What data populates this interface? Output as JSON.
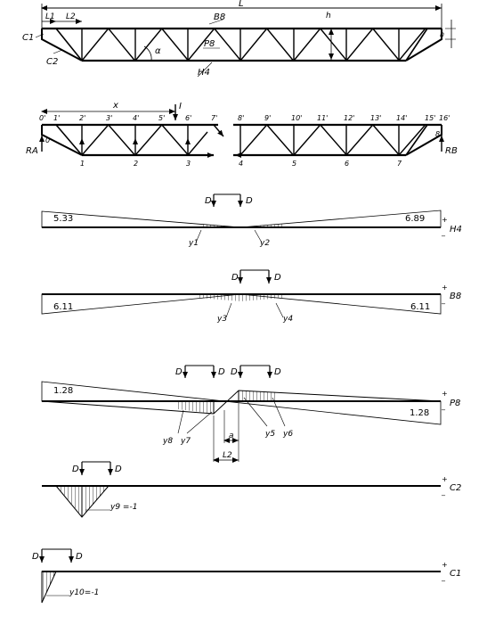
{
  "truss": {
    "span_label": "L",
    "l1_label": "L1",
    "l2_label": "L2",
    "top_chord_label": "B8",
    "diagonal_label": "P8",
    "bottom_chord_label": "H4",
    "left_vertical_label": "C1",
    "left_diagonal_label": "C2",
    "angle_label": "α",
    "height_label": "h",
    "right_height_label": "h"
  },
  "loaded_truss": {
    "distance_label": "x",
    "section_label": "I",
    "top_nodes": [
      "0'",
      "1'",
      "2'",
      "3'",
      "4'",
      "5'",
      "6'",
      "7'",
      "8'",
      "9'",
      "10'",
      "11'",
      "12'",
      "13'",
      "14'",
      "15'",
      "16'"
    ],
    "bottom_nodes": [
      "1",
      "2",
      "3",
      "4",
      "5",
      "6",
      "7"
    ],
    "left_end_node": "0",
    "right_end_node": "8",
    "left_reaction": "RA",
    "right_reaction": "RB"
  },
  "influence_lines": [
    {
      "member": "H4",
      "left_value": "5.33",
      "right_value": "6.89",
      "ordinates": [
        "y1",
        "y2"
      ],
      "load_labels": [
        "D",
        "D"
      ]
    },
    {
      "member": "B8",
      "left_value": "6.11",
      "right_value": "6.11",
      "ordinates": [
        "y3",
        "y4"
      ],
      "load_labels": [
        "D",
        "D"
      ]
    },
    {
      "member": "P8",
      "left_value": "1.28",
      "right_value": "1.28",
      "ordinates": [
        "y5",
        "y6",
        "y7",
        "y8"
      ],
      "load_labels": [
        "D",
        "D",
        "D",
        "D"
      ],
      "dim_a": "a",
      "dim_l2": "L2"
    },
    {
      "member": "C2",
      "ordinate_label": "y9 =-1",
      "load_labels": [
        "D",
        "D"
      ]
    },
    {
      "member": "C1",
      "ordinate_label": "y10=-1",
      "load_labels": [
        "D",
        "D"
      ]
    }
  ],
  "signs": {
    "plus": "+",
    "minus": "_"
  }
}
